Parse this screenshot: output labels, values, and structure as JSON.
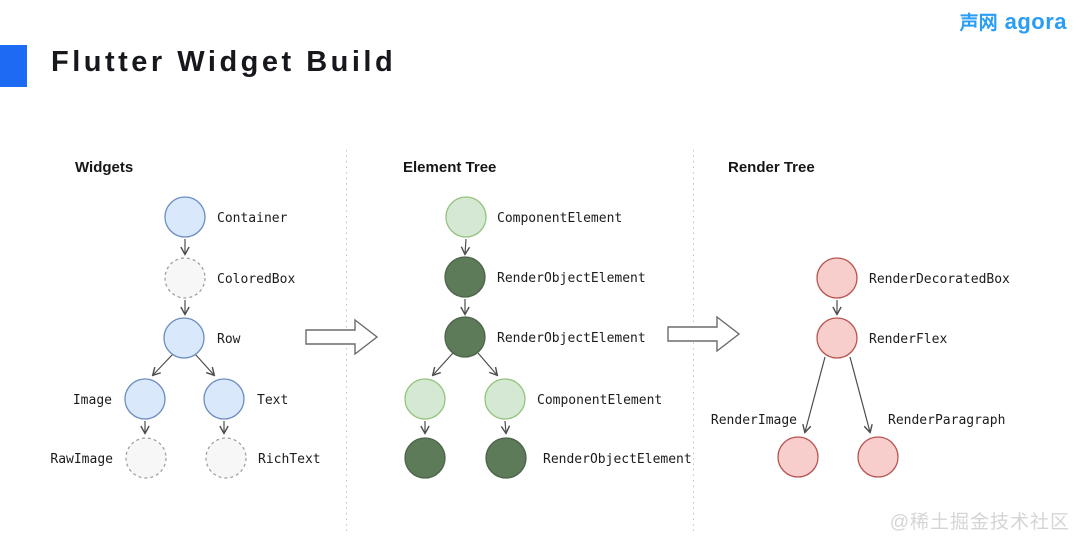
{
  "header": {
    "title": "Flutter Widget Build",
    "logo": {
      "cn": "声网",
      "en": "agora"
    }
  },
  "sections": {
    "widgets": {
      "heading": "Widgets",
      "node_labels": [
        "Container",
        "ColoredBox",
        "Row",
        "Image",
        "Text",
        "RawImage",
        "RichText"
      ]
    },
    "element_tree": {
      "heading": "Element Tree",
      "node_labels": [
        "ComponentElement",
        "RenderObjectElement",
        "RenderObjectElement",
        "ComponentElement",
        "RenderObjectElement"
      ]
    },
    "render_tree": {
      "heading": "Render Tree",
      "node_labels": [
        "RenderDecoratedBox",
        "RenderFlex",
        "RenderImage",
        "RenderParagraph"
      ]
    }
  },
  "watermark": "@稀土掘金技术社区",
  "colors": {
    "accent_blue": "#1d6bf3",
    "logo_blue": "#2a9df4",
    "widget_node_fill": "#dae8fc",
    "widget_node_stroke": "#6c8ebf",
    "proxy_node_fill": "#f7f7f7",
    "proxy_node_stroke": "#a0a0a0",
    "component_element_fill": "#d5e8d4",
    "component_element_stroke": "#93c47d",
    "render_object_element_fill": "#5d7a59",
    "render_object_element_stroke": "#4c6449",
    "render_node_fill": "#f8cecc",
    "render_node_stroke": "#b85450",
    "edge_stroke": "#4d4d4d",
    "separator": "#c4c4c4"
  }
}
